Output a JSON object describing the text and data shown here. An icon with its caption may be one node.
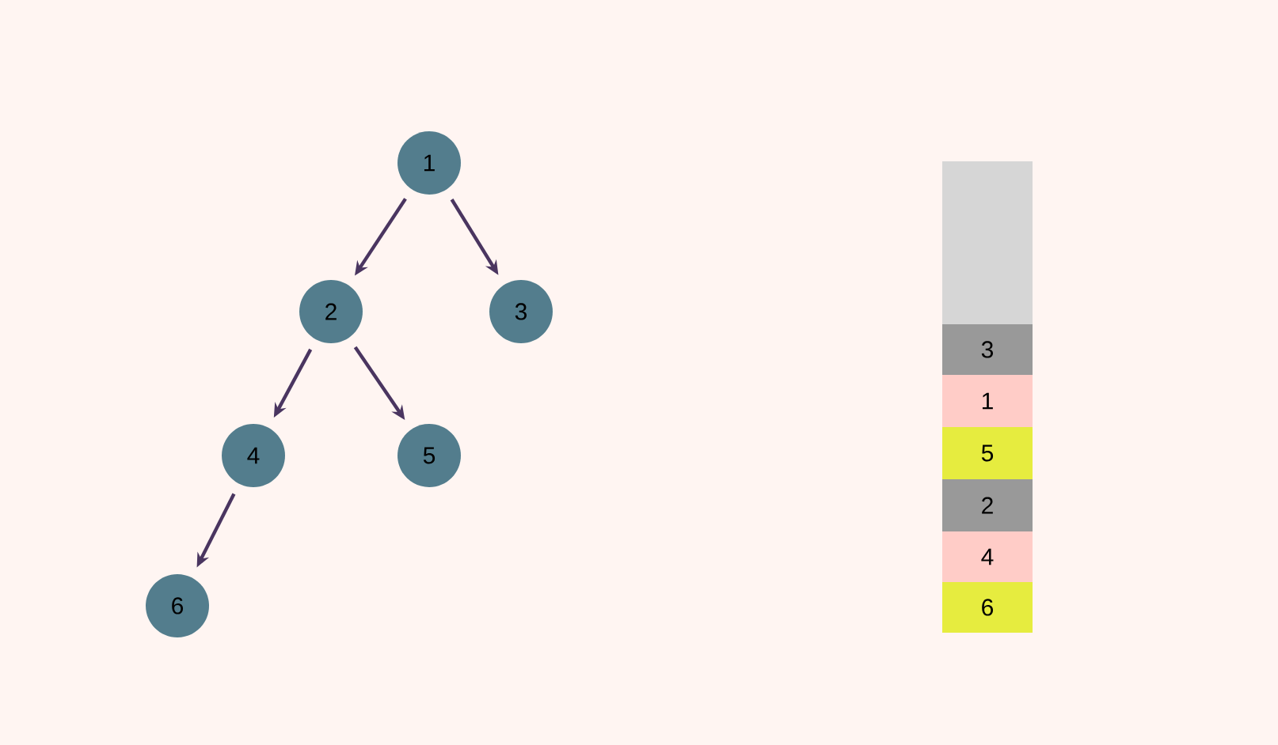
{
  "diagram": {
    "nodes": [
      {
        "text": [
          "1"
        ]
      },
      {
        "text": [
          "2"
        ]
      },
      {
        "text": [
          "3"
        ]
      },
      {
        "text": [
          "4"
        ]
      },
      {
        "text": [
          "5"
        ]
      },
      {
        "text": [
          "6"
        ]
      },
      {
        "text": [],
        "shape": "box"
      },
      {
        "text": [
          "3"
        ]
      },
      {
        "text": [
          "1"
        ]
      },
      {
        "text": [
          "5"
        ]
      },
      {
        "text": [
          "2"
        ]
      },
      {
        "text": [
          "4"
        ]
      },
      {
        "text": [
          "6"
        ]
      }
    ],
    "edges": [
      {
        "from": 0,
        "to": 1,
        "arrow": "to"
      },
      {
        "from": 0,
        "to": 2,
        "arrow": "to"
      },
      {
        "from": 1,
        "to": 3,
        "arrow": "to"
      },
      {
        "from": 1,
        "to": 4,
        "arrow": "to"
      },
      {
        "from": 3,
        "to": 5,
        "arrow": "to"
      }
    ]
  }
}
